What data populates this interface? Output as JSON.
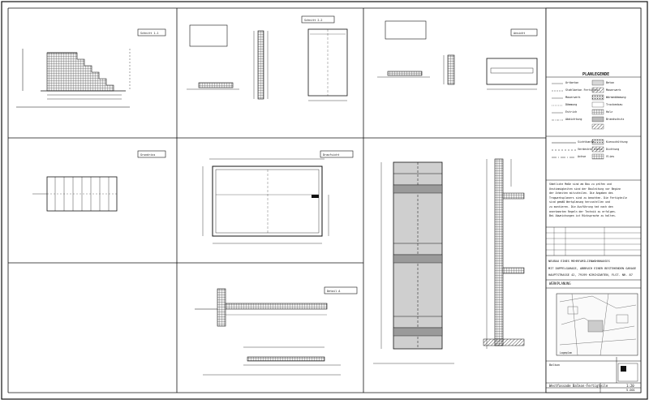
{
  "sheet": {
    "title": "Westfassade Balkon-Fertigteile",
    "scale": "1:20",
    "sheet_number": "5.001"
  },
  "project": {
    "lines": [
      "NEUBAU EINES MEHRFAMILIENWOHNHAUSES",
      "MIT DOPPELGARAGE, ABBRUCH EINER BESTEHENDEN GARAGE",
      "HAUPTSTRASSE 42, 79199 KIRCHZARTEN, FLST. NR. 87"
    ],
    "plan_type": "WERKPLANUNG"
  },
  "legend": {
    "title": "PLANLEGENDE",
    "items": [
      {
        "symbol": "",
        "label": "Ortbeton"
      },
      {
        "symbol": "",
        "label": "Stahlbeton Fertigteil"
      },
      {
        "symbol": "",
        "label": "Mauerwerk"
      },
      {
        "symbol": "",
        "label": "Dämmung"
      },
      {
        "symbol": "",
        "label": "Estrich"
      },
      {
        "symbol": "",
        "label": "Abdichtung"
      }
    ],
    "fill_items": [
      "Beton",
      "Mauerwerk",
      "Wärmedämmung",
      "Trockenbau",
      "Holz",
      "Brandschutz"
    ],
    "line_items": [
      "Sichtkante",
      "Verdeckte Kante",
      "Achse"
    ],
    "hatch_items": [
      "Kiesschüttung",
      "Dichtung",
      "Vlies"
    ],
    "notes": [
      "Sämtliche Maße sind am Bau zu prüfen und",
      "Unstimmigkeiten sind der Bauleitung vor Beginn",
      "der Arbeiten mitzuteilen. Die Angaben des",
      "Tragwerksplaners sind zu beachten. Die Fertigteile",
      "sind gemäß Werkplanung herzustellen und",
      "zu montieren. Die Ausführung hat nach den",
      "anerkannten Regeln der Technik zu erfolgen.",
      "Bei Abweichungen ist Rücksprache zu halten."
    ]
  },
  "views": {
    "v1": {
      "tag": "Schnitt 1-1"
    },
    "v2": {
      "tag": "Schnitt 2-2"
    },
    "v3": {
      "tag": "Ansicht"
    },
    "v4": {
      "tag": "Grundriss"
    },
    "v5": {
      "tag": "Draufsicht"
    },
    "v6": {
      "tag": "Detail A"
    }
  },
  "balcony_label": "Balkon",
  "location_plan": {
    "label": "Lageplan"
  }
}
